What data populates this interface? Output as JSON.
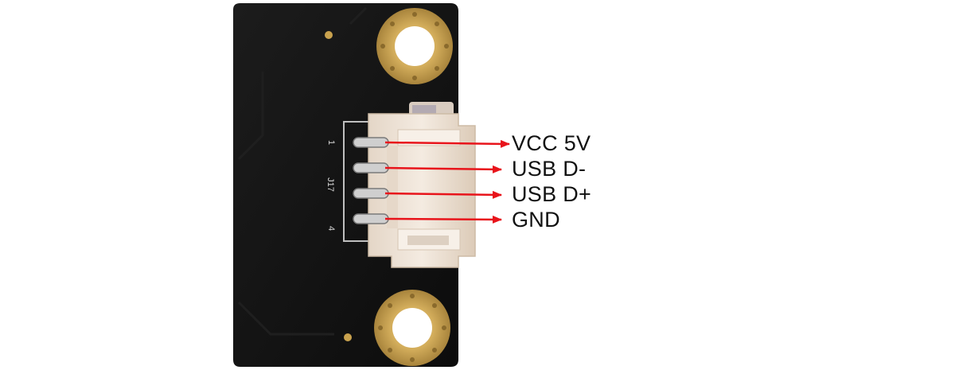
{
  "board": {
    "silkscreen": {
      "pin_first": "1",
      "pin_last": "4",
      "reference": "J17"
    },
    "pins": [
      {
        "label": "VCC 5V"
      },
      {
        "label": "USB D-"
      },
      {
        "label": "USB D+"
      },
      {
        "label": "GND"
      }
    ]
  },
  "colors": {
    "pcb": "#141414",
    "mounting_pad": "#c7a04f",
    "connector": "#eee2d6",
    "arrow": "#e8141b",
    "label_text": "#111111"
  }
}
